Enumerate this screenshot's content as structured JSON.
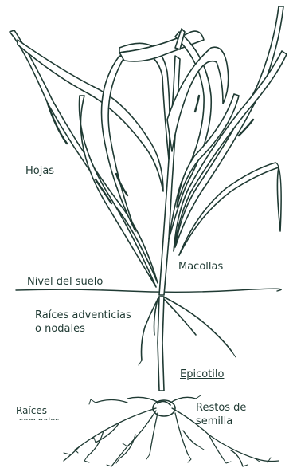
{
  "labels": {
    "hojas": "Hojas",
    "macollas": "Macollas",
    "nivel_suelo": "Nivel del suelo",
    "raices_adventicias_1": "Raíces adventicias",
    "raices_adventicias_2": "o nodales",
    "epicotilo": "Epicotilo",
    "raices_seminales_1": "Raíces",
    "raices_seminales_2": "seminales",
    "restos_1": "Restos de",
    "restos_2": "semilla"
  },
  "colors": {
    "ink": "#1f3a33",
    "leaf_fill": "#ffffff",
    "background": "#ffffff"
  }
}
